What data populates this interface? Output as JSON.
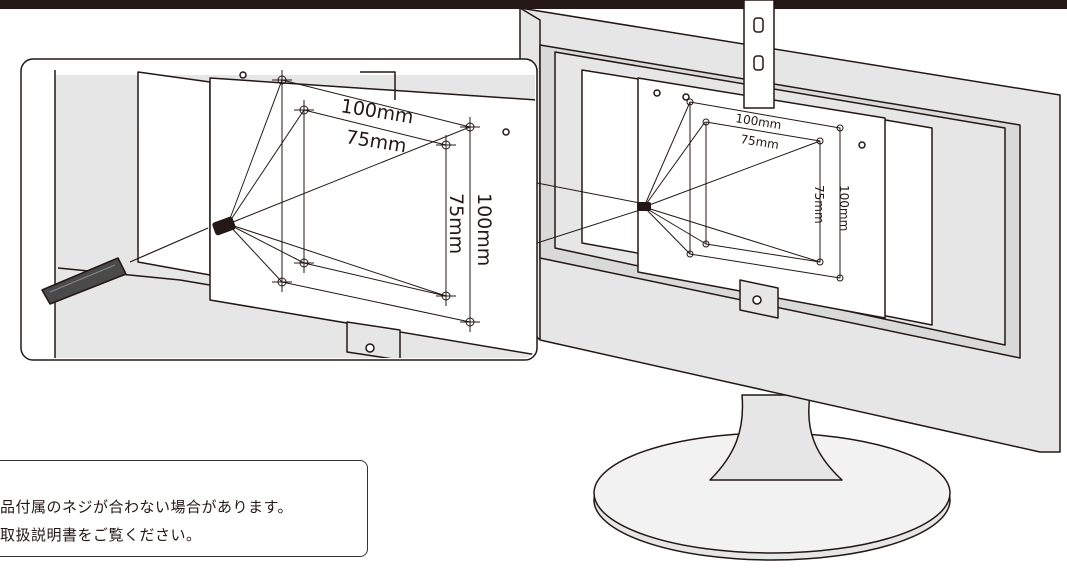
{
  "colors": {
    "bar": "#231815",
    "line": "#231815",
    "monitor_fill": "#e6e6e6",
    "monitor_dark": "#d4d4d4",
    "plate_fill": "#ffffff",
    "screwdriver": "#4a4a4a"
  },
  "zoom_labels": {
    "w_outer": "100mm",
    "w_inner": "75mm",
    "h_outer": "100mm",
    "h_inner": "75mm"
  },
  "monitor_labels": {
    "w_outer": "100mm",
    "w_inner": "75mm",
    "h_outer": "100mm",
    "h_inner": "75mm"
  },
  "note": {
    "line1": "品付属のネジが合わない場合があります。",
    "line2": "取扱説明書をご覧ください。"
  }
}
